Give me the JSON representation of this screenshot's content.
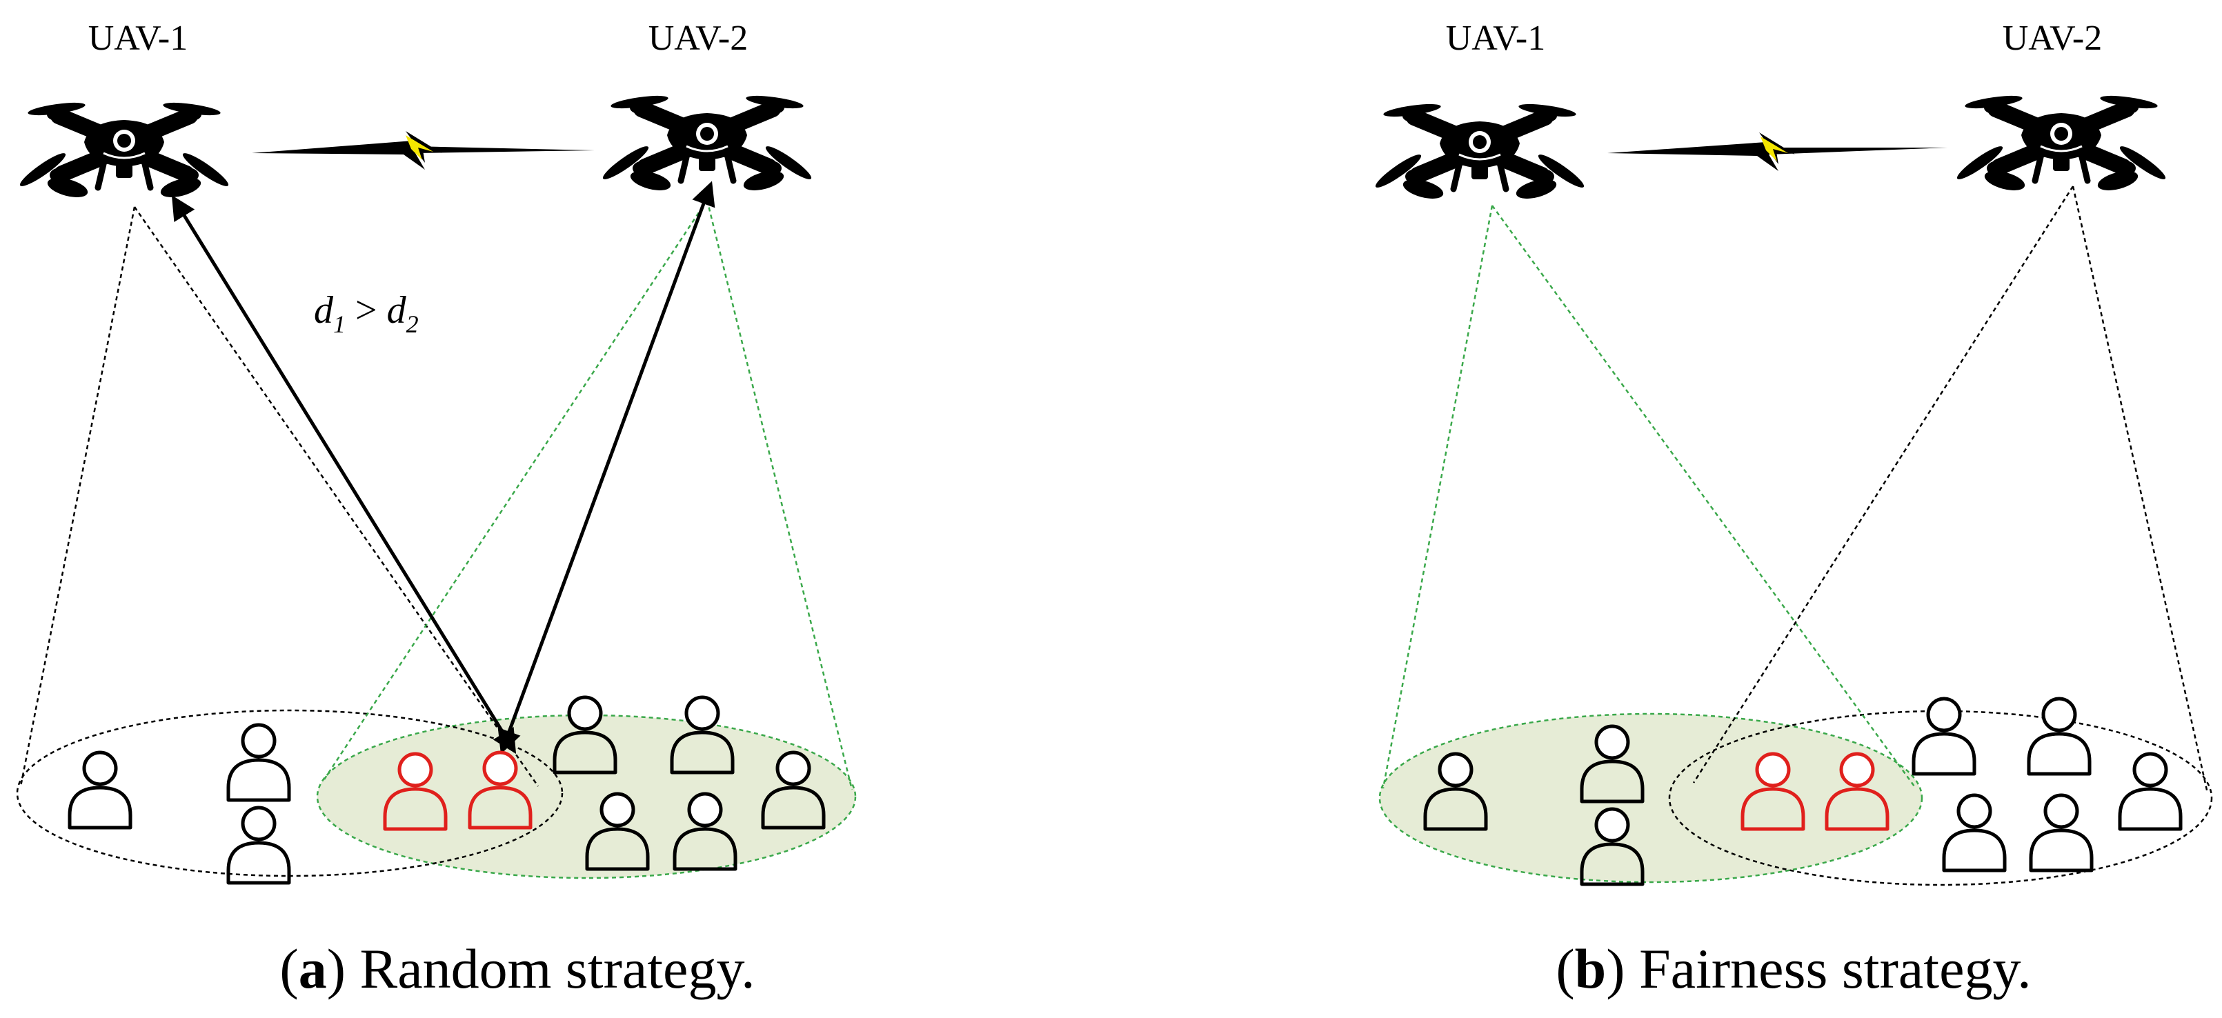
{
  "panels": [
    {
      "uav_left_label": "UAV-1",
      "uav_right_label": "UAV-2",
      "caption_tag": "a",
      "caption_text": "Random strategy."
    },
    {
      "uav_left_label": "UAV-1",
      "uav_right_label": "UAV-2",
      "caption_tag": "b",
      "caption_text": "Fairness strategy."
    }
  ],
  "distance_annotation": {
    "d1": "d",
    "sub1": "1",
    "op": ">",
    "d2": "d",
    "sub2": "2"
  },
  "colors": {
    "coverage_fill": "#e6ecd6",
    "green_dash": "#3aa84a",
    "highlight_user": "#e0201c",
    "normal_user": "#000000",
    "link_bolt": "#f5e600"
  },
  "icons": [
    "drone-icon",
    "user-icon",
    "lightning-link-icon",
    "arrow-icon"
  ]
}
